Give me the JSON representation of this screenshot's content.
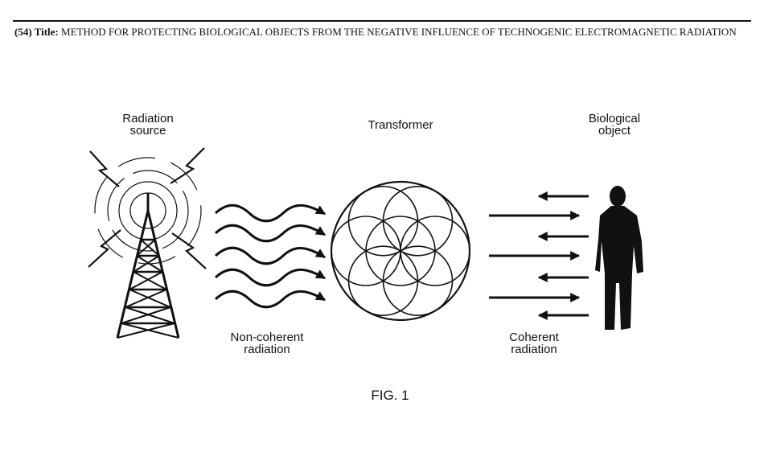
{
  "header": {
    "label": "(54) Title:",
    "text": "METHOD FOR PROTECTING BIOLOGICAL OBJECTS FROM THE NEGATIVE INFLUENCE OF TECHNOGENIC ELECTROMAGNETIC RADIATION"
  },
  "figure": {
    "labels": {
      "source_line1": "Radiation",
      "source_line2": "source",
      "transformer": "Transformer",
      "object_line1": "Biological",
      "object_line2": "object",
      "noncoherent_line1": "Non-coherent",
      "noncoherent_line2": "radiation",
      "coherent_line1": "Coherent",
      "coherent_line2": "radiation"
    },
    "caption": "FIG. 1"
  }
}
